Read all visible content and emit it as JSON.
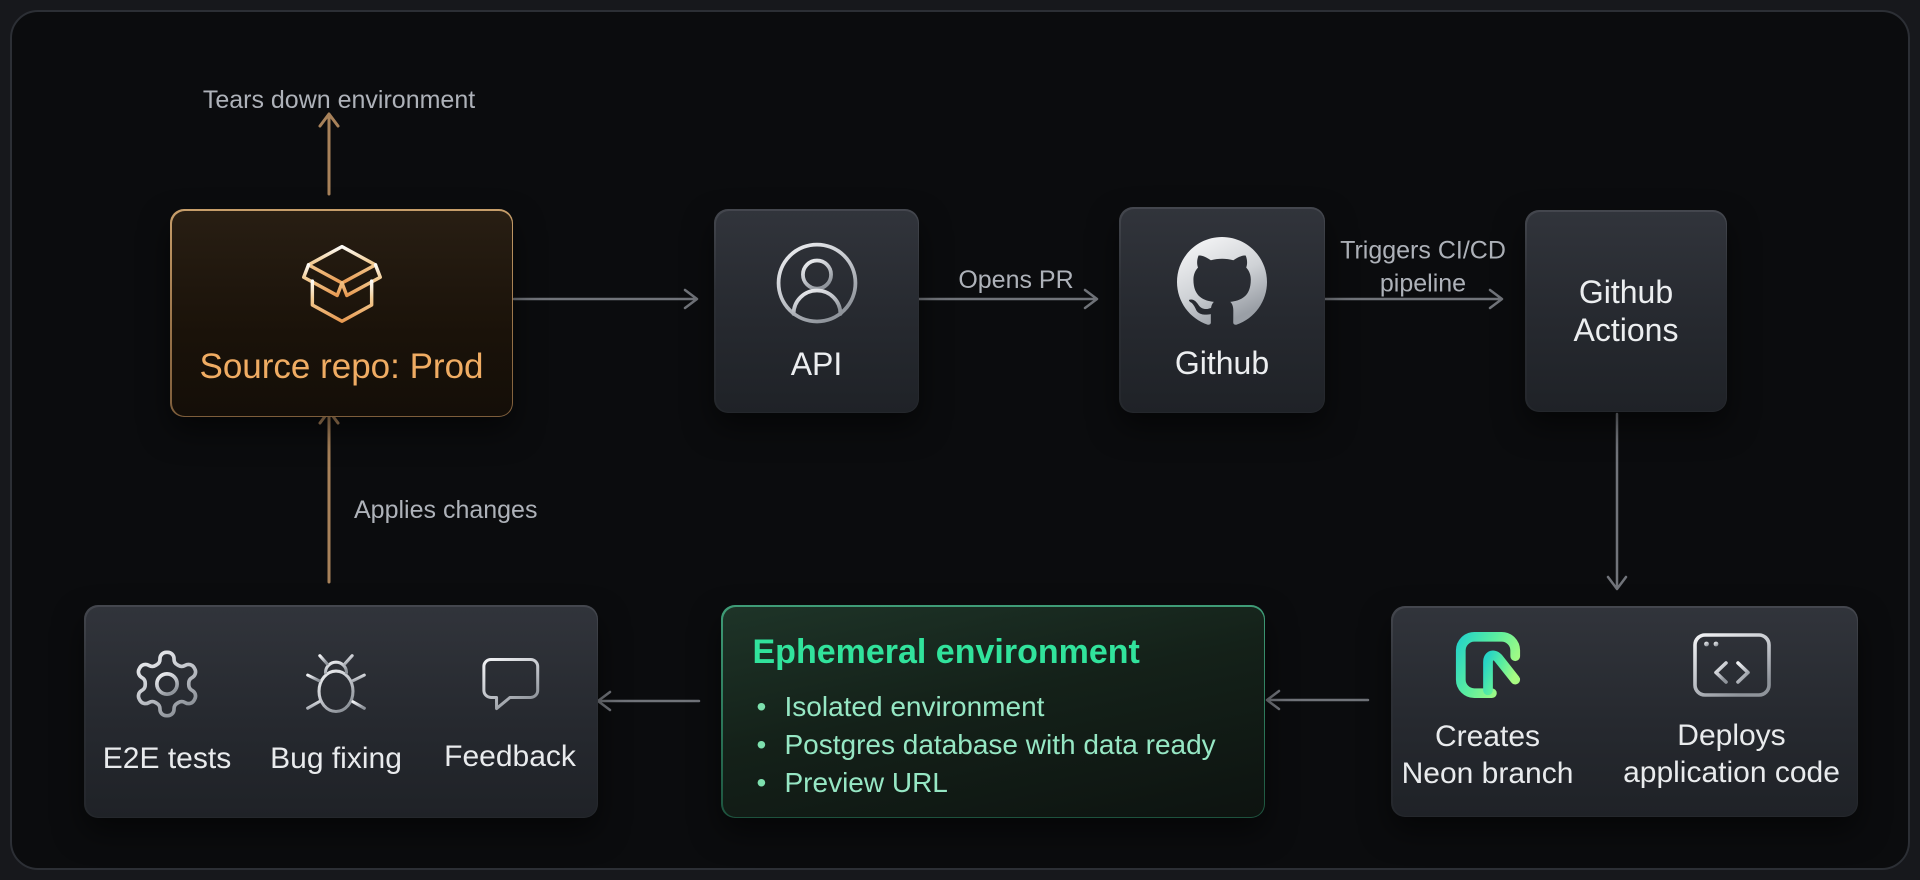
{
  "diagram": {
    "nodes": {
      "source_repo": {
        "label": "Source repo: Prod",
        "icon": "package-open-icon"
      },
      "api": {
        "label": "API",
        "icon": "user-circle-icon"
      },
      "github": {
        "label": "Github",
        "icon": "github-icon"
      },
      "github_actions": {
        "label": "Github Actions"
      },
      "deploy": {
        "items": [
          {
            "label": "Creates Neon branch",
            "icon": "neon-logo-icon"
          },
          {
            "label": "Deploys application code",
            "icon": "browser-code-icon"
          }
        ]
      },
      "ephemeral": {
        "title": "Ephemeral environment",
        "bullets": [
          "Isolated environment",
          "Postgres database with data ready",
          "Preview URL"
        ]
      },
      "validation": {
        "items": [
          {
            "label": "E2E tests",
            "icon": "gear-icon"
          },
          {
            "label": "Bug fixing",
            "icon": "bug-icon"
          },
          {
            "label": "Feedback",
            "icon": "speech-bubble-icon"
          }
        ]
      }
    },
    "edges": {
      "tears_down_label": "Tears down environment",
      "opens_pr_label": "Opens PR",
      "triggers_label": "Triggers CI/CD pipeline",
      "applies_label": "Applies changes"
    },
    "colors": {
      "canvas_bg": "#0b0c0e",
      "amber_border": "#b68c5c",
      "amber_text": "#f0ac63",
      "amber_arrow": "#a8825a",
      "green_border": "#2e8063",
      "green_title": "#31e39c",
      "green_bullet_text": "#96e7c4",
      "gray_arrow": "#71747a",
      "edge_label_gray": "#aeb2b9",
      "node_text": "#eceef0",
      "neon_gradient_start": "#27d3c6",
      "neon_gradient_end": "#a8fb82"
    }
  }
}
